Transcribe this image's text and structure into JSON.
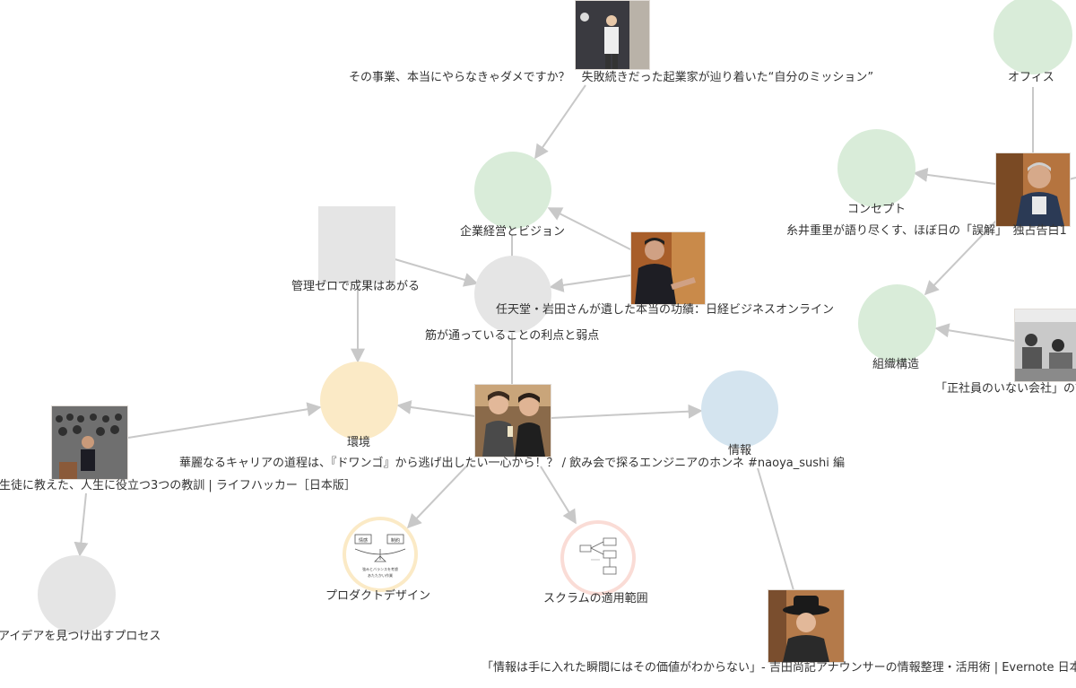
{
  "colors": {
    "edge": "#c8c8c8",
    "concept_green": "#d9ecd9",
    "concept_gray": "#e5e5e5",
    "concept_yellow": "#fbeac6",
    "concept_blue": "#d4e4ef"
  },
  "labels": {
    "n_shippai": "その事業、本当にやらなきゃダメですか？　失敗続きだった起業家が辿り着いた“自分のミッション”",
    "n_office": "オフィス",
    "n_concept": "コンセプト",
    "n_itoi": "糸井重里が語り尽くす、ほぼ日の「誤解」　独占告白1",
    "n_kigyo": "企業経営とビジョン",
    "n_kanri": "管理ゼロで成果はあがる",
    "n_iwata": "任天堂・岩田さんが遺した本当の功績：日経ビジネスオンライン",
    "n_suji": "筋が通っていることの利点と弱点",
    "n_soshiki": "組織構造",
    "n_seishain": "「正社員のいない会社」の話",
    "n_kankyo": "環境",
    "n_dwango": "華麗なるキャリアの道程は、『ドワンゴ』から逃げ出したい一心から！？ / 飲み会で探るエンジニアのホンネ #naoya_sushi 編",
    "n_joho": "情報",
    "n_seito": "生徒に教えた、人生に役立つ3つの教訓 | ライフハッカー［日本版］",
    "n_idea": "アイデアを見つけ出すプロセス",
    "n_product": "プロダクトデザイン",
    "n_scrum": "スクラムの適用範囲",
    "n_yoshida": "「情報は手に入れた瞬間にはその価値がわからない」- 吉田尚記アナウンサーの情報整理・活用術 | Evernote 日本"
  },
  "icons": {
    "product_sketch": "sketch-balance-icon",
    "scrum_sketch": "sketch-flow-icon"
  },
  "sketch_text": {
    "left_box": "情感",
    "right_box": "制約",
    "note1": "強みとバランスを考慮",
    "note2": "あたたかい作業"
  }
}
